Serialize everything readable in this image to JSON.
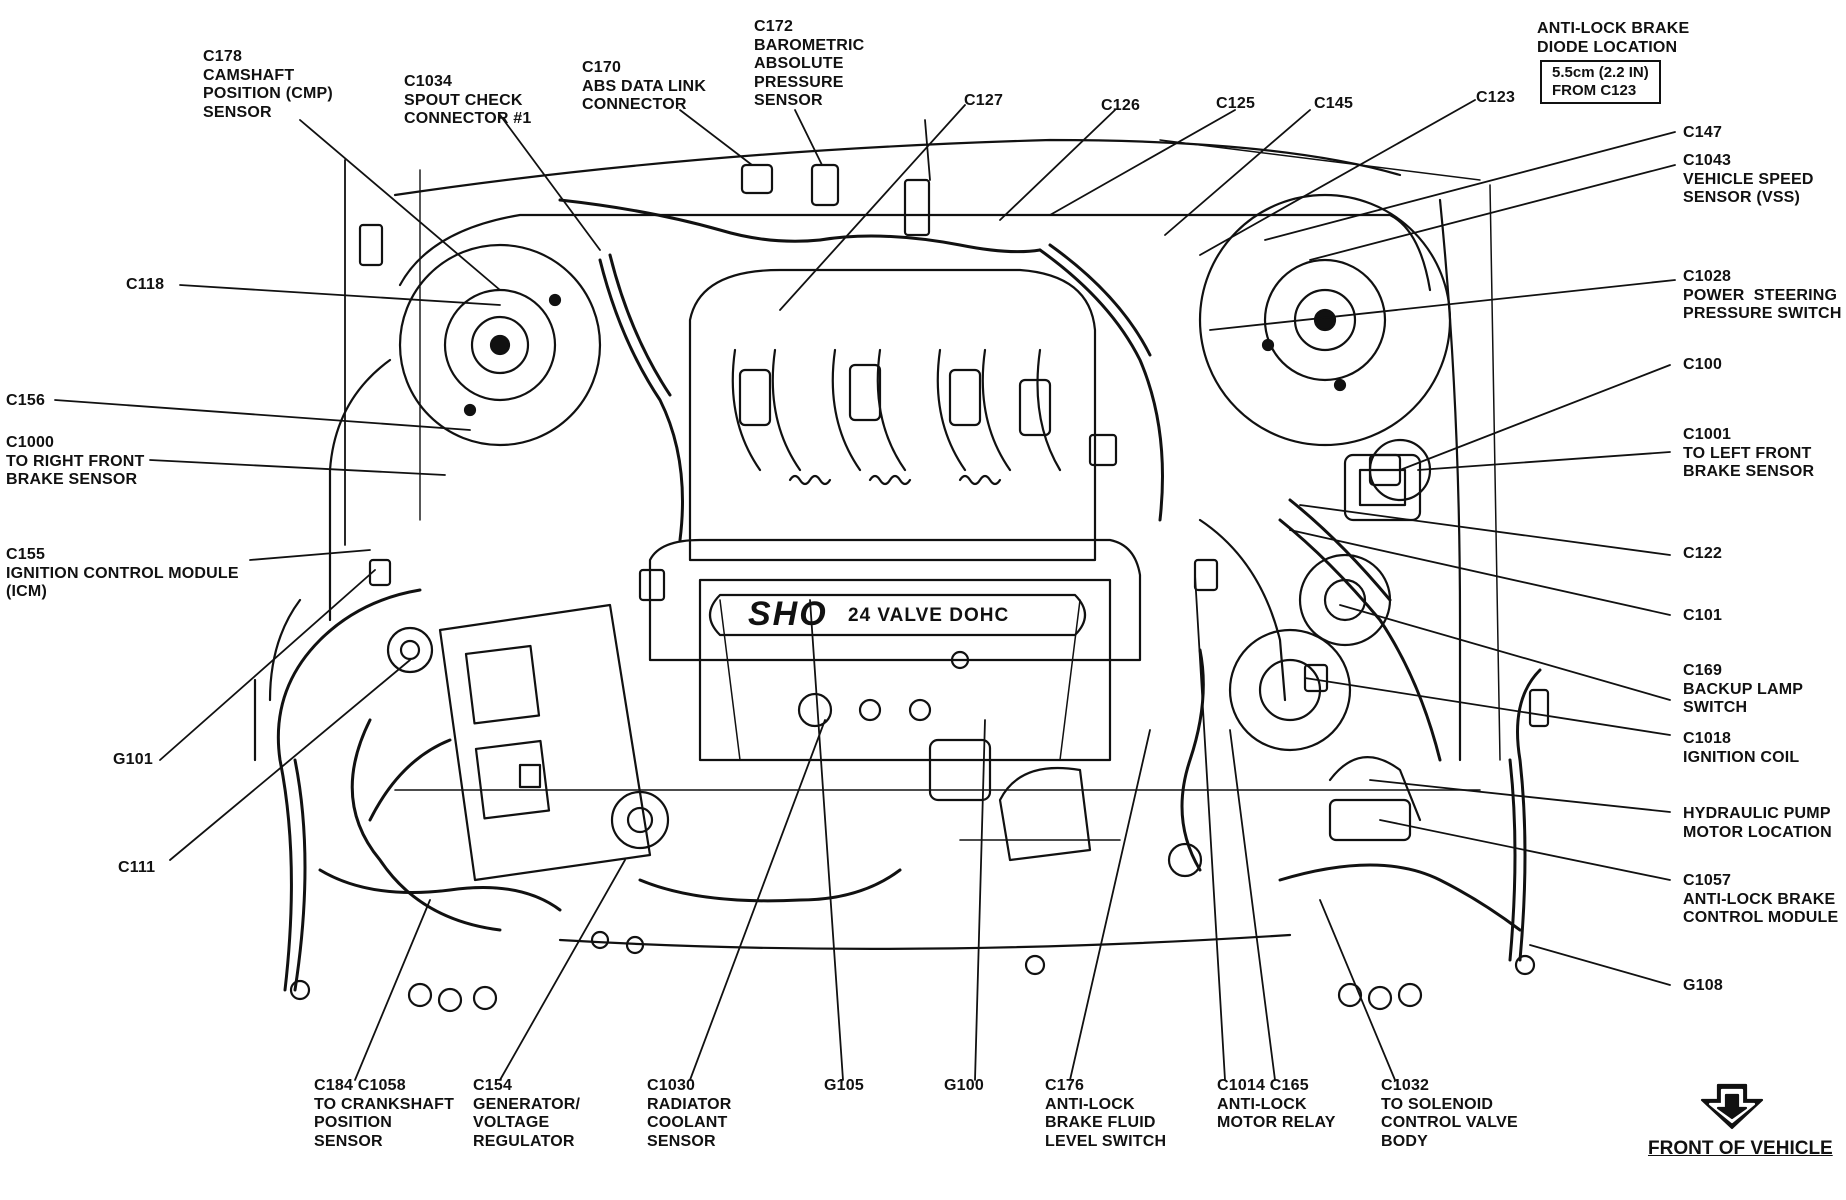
{
  "diagram": {
    "engine_badge": "SHO",
    "engine_badge_sub": "24 VALVE DOHC",
    "boxed_note": "5.5cm (2.2 IN)\nFROM C123",
    "front_of_vehicle": "FRONT OF VEHICLE",
    "labels": [
      {
        "id": "c178",
        "text": "C178\nCAMSHAFT\nPOSITION (CMP)\nSENSOR"
      },
      {
        "id": "c1034",
        "text": "C1034\nSPOUT CHECK\nCONNECTOR #1"
      },
      {
        "id": "c170",
        "text": "C170\nABS DATA LINK\nCONNECTOR"
      },
      {
        "id": "c172",
        "text": "C172\nBAROMETRIC\nABSOLUTE\nPRESSURE\nSENSOR"
      },
      {
        "id": "c127",
        "text": "C127"
      },
      {
        "id": "c126",
        "text": "C126"
      },
      {
        "id": "c125",
        "text": "C125"
      },
      {
        "id": "c145",
        "text": "C145"
      },
      {
        "id": "c123",
        "text": "C123"
      },
      {
        "id": "abs-diode",
        "text": "ANTI-LOCK BRAKE\nDIODE LOCATION"
      },
      {
        "id": "c147",
        "text": "C147"
      },
      {
        "id": "c1043",
        "text": "C1043\nVEHICLE SPEED\nSENSOR (VSS)"
      },
      {
        "id": "c1028",
        "text": "C1028\nPOWER  STEERING\nPRESSURE SWITCH"
      },
      {
        "id": "c100",
        "text": "C100"
      },
      {
        "id": "c1001",
        "text": "C1001\nTO LEFT FRONT\nBRAKE SENSOR"
      },
      {
        "id": "c122",
        "text": "C122"
      },
      {
        "id": "c101",
        "text": "C101"
      },
      {
        "id": "c169",
        "text": "C169\nBACKUP LAMP\nSWITCH"
      },
      {
        "id": "c1018",
        "text": "C1018\nIGNITION COIL"
      },
      {
        "id": "hyd-pump",
        "text": "HYDRAULIC PUMP\nMOTOR LOCATION"
      },
      {
        "id": "c1057",
        "text": "C1057\nANTI-LOCK BRAKE\nCONTROL MODULE"
      },
      {
        "id": "g108",
        "text": "G108"
      },
      {
        "id": "c118",
        "text": "C118"
      },
      {
        "id": "c156",
        "text": "C156"
      },
      {
        "id": "c1000",
        "text": "C1000\nTO RIGHT FRONT\nBRAKE SENSOR"
      },
      {
        "id": "c155",
        "text": "C155\nIGNITION CONTROL MODULE\n(ICM)"
      },
      {
        "id": "g101",
        "text": "G101"
      },
      {
        "id": "c111",
        "text": "C111"
      },
      {
        "id": "c184",
        "text": "C184 C1058\nTO CRANKSHAFT\nPOSITION\nSENSOR"
      },
      {
        "id": "c154",
        "text": "C154\nGENERATOR/\nVOLTAGE\nREGULATOR"
      },
      {
        "id": "c1030",
        "text": "C1030\nRADIATOR\nCOOLANT\nSENSOR"
      },
      {
        "id": "g105",
        "text": "G105"
      },
      {
        "id": "g100",
        "text": "G100"
      },
      {
        "id": "c176",
        "text": "C176\nANTI-LOCK\nBRAKE FLUID\nLEVEL SWITCH"
      },
      {
        "id": "c1014",
        "text": "C1014 C165\nANTI-LOCK\nMOTOR RELAY"
      },
      {
        "id": "c1032",
        "text": "C1032\nTO SOLENOID\nCONTROL VALVE\nBODY"
      }
    ]
  }
}
